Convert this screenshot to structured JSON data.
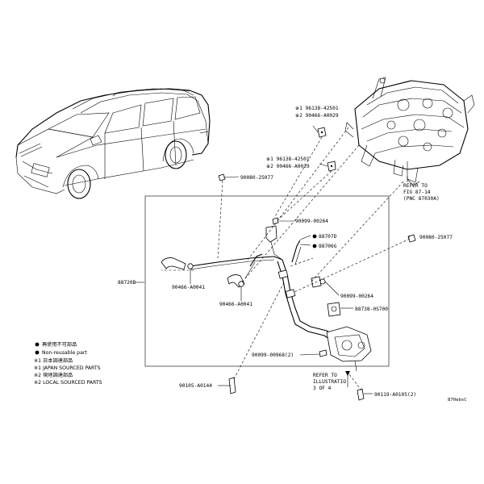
{
  "callouts": {
    "top_bracket_1": "※1 96138-42501",
    "top_bracket_2": "※2 90466-A0029",
    "mid_bracket_1": "※1 96138-42501",
    "mid_bracket_2": "※2 90466-A0029",
    "left_bolt": "90080-25077",
    "right_bolt": "90080-25077",
    "refer_engine_1": "REFER TO",
    "refer_engine_2": "FIG 87-14",
    "refer_engine_3": "(PNC 87030A)",
    "clip_top": "90099-00264",
    "part_a": "88707D",
    "part_b": "88706G",
    "clamp_left": "90466-A0041",
    "clamp_mid": "90466-A0041",
    "assembly": "88720B",
    "clip_right": "90099-00264",
    "bracket_right": "88738-0S700",
    "clip_bottom": "90099-00968(2)",
    "bolt_bottom_left": "90105-A0144",
    "refer_bottom_1": "REFER TO",
    "refer_bottom_2": "ILLUSTRATIO",
    "refer_bottom_3": "3 OF 4",
    "bolt_bottom_right": "90119-A0105(2)",
    "diagram_code": "870ebsC"
  },
  "legend": {
    "item1": "再使用不可部品",
    "item2": "Non-reusable part",
    "item3": "※1 日本調達部品",
    "item4": "※1 JAPAN SOURCED PARTS",
    "item5": "※2 現地調達部品",
    "item6": "※2 LOCAL SOURCED PARTS"
  }
}
